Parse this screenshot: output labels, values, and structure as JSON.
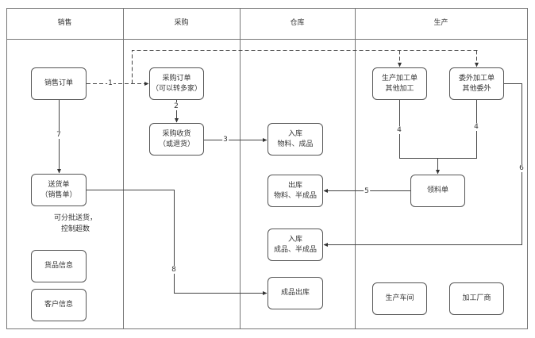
{
  "lanes": [
    {
      "title": "销售"
    },
    {
      "title": "采购"
    },
    {
      "title": "仓库"
    },
    {
      "title": "生产"
    }
  ],
  "nodes": {
    "sales_order": {
      "lines": [
        "销售订单"
      ]
    },
    "delivery_note": {
      "lines": [
        "送货单",
        "（销售单）"
      ]
    },
    "goods_info": {
      "lines": [
        "货品信息"
      ]
    },
    "customer_info": {
      "lines": [
        "客户信息"
      ]
    },
    "purchase_order": {
      "lines": [
        "采购订单",
        "（可以转多家）"
      ]
    },
    "purchase_receipt": {
      "lines": [
        "采购收货",
        "（或退货）"
      ]
    },
    "stock_in_materials": {
      "lines": [
        "入库",
        "物料、成品"
      ]
    },
    "stock_out_materials": {
      "lines": [
        "出库",
        "物料、半成品"
      ]
    },
    "stock_in_products": {
      "lines": [
        "入库",
        "成品、半成品"
      ]
    },
    "finished_goods_out": {
      "lines": [
        "成品出库"
      ]
    },
    "production_order": {
      "lines": [
        "生产加工单",
        "其他加工"
      ]
    },
    "outsourcing_order": {
      "lines": [
        "委外加工单",
        "其他委外"
      ]
    },
    "material_requisition": {
      "lines": [
        "领料单"
      ]
    },
    "workshop": {
      "lines": [
        "生产车间"
      ]
    },
    "processing_vendor": {
      "lines": [
        "加工厂商"
      ]
    }
  },
  "notes": {
    "batch_delivery": [
      "可分批送货，",
      "控制超数"
    ]
  },
  "edges": [
    {
      "id": "e1",
      "label": "1",
      "from": "sales_order",
      "to": "purchase_order / production_order / outsourcing_order",
      "style": "dashed"
    },
    {
      "id": "e2",
      "label": "2",
      "from": "purchase_order",
      "to": "purchase_receipt",
      "style": "solid"
    },
    {
      "id": "e3",
      "label": "3",
      "from": "purchase_receipt",
      "to": "stock_in_materials",
      "style": "solid"
    },
    {
      "id": "e4a",
      "label": "4",
      "from": "production_order",
      "to": "material_requisition",
      "style": "solid"
    },
    {
      "id": "e4b",
      "label": "4",
      "from": "outsourcing_order",
      "to": "material_requisition",
      "style": "solid"
    },
    {
      "id": "e5",
      "label": "5",
      "from": "material_requisition",
      "to": "stock_out_materials",
      "style": "solid"
    },
    {
      "id": "e6",
      "label": "6",
      "from": "outsourcing_order",
      "to": "stock_in_products",
      "style": "solid"
    },
    {
      "id": "e7",
      "label": "7",
      "from": "sales_order",
      "to": "delivery_note",
      "style": "solid"
    },
    {
      "id": "e8",
      "label": "8",
      "from": "delivery_note",
      "to": "finished_goods_out",
      "style": "solid"
    }
  ],
  "colors": {
    "line": "#555555",
    "border": "#666666",
    "text": "#333333",
    "background": "#ffffff"
  }
}
